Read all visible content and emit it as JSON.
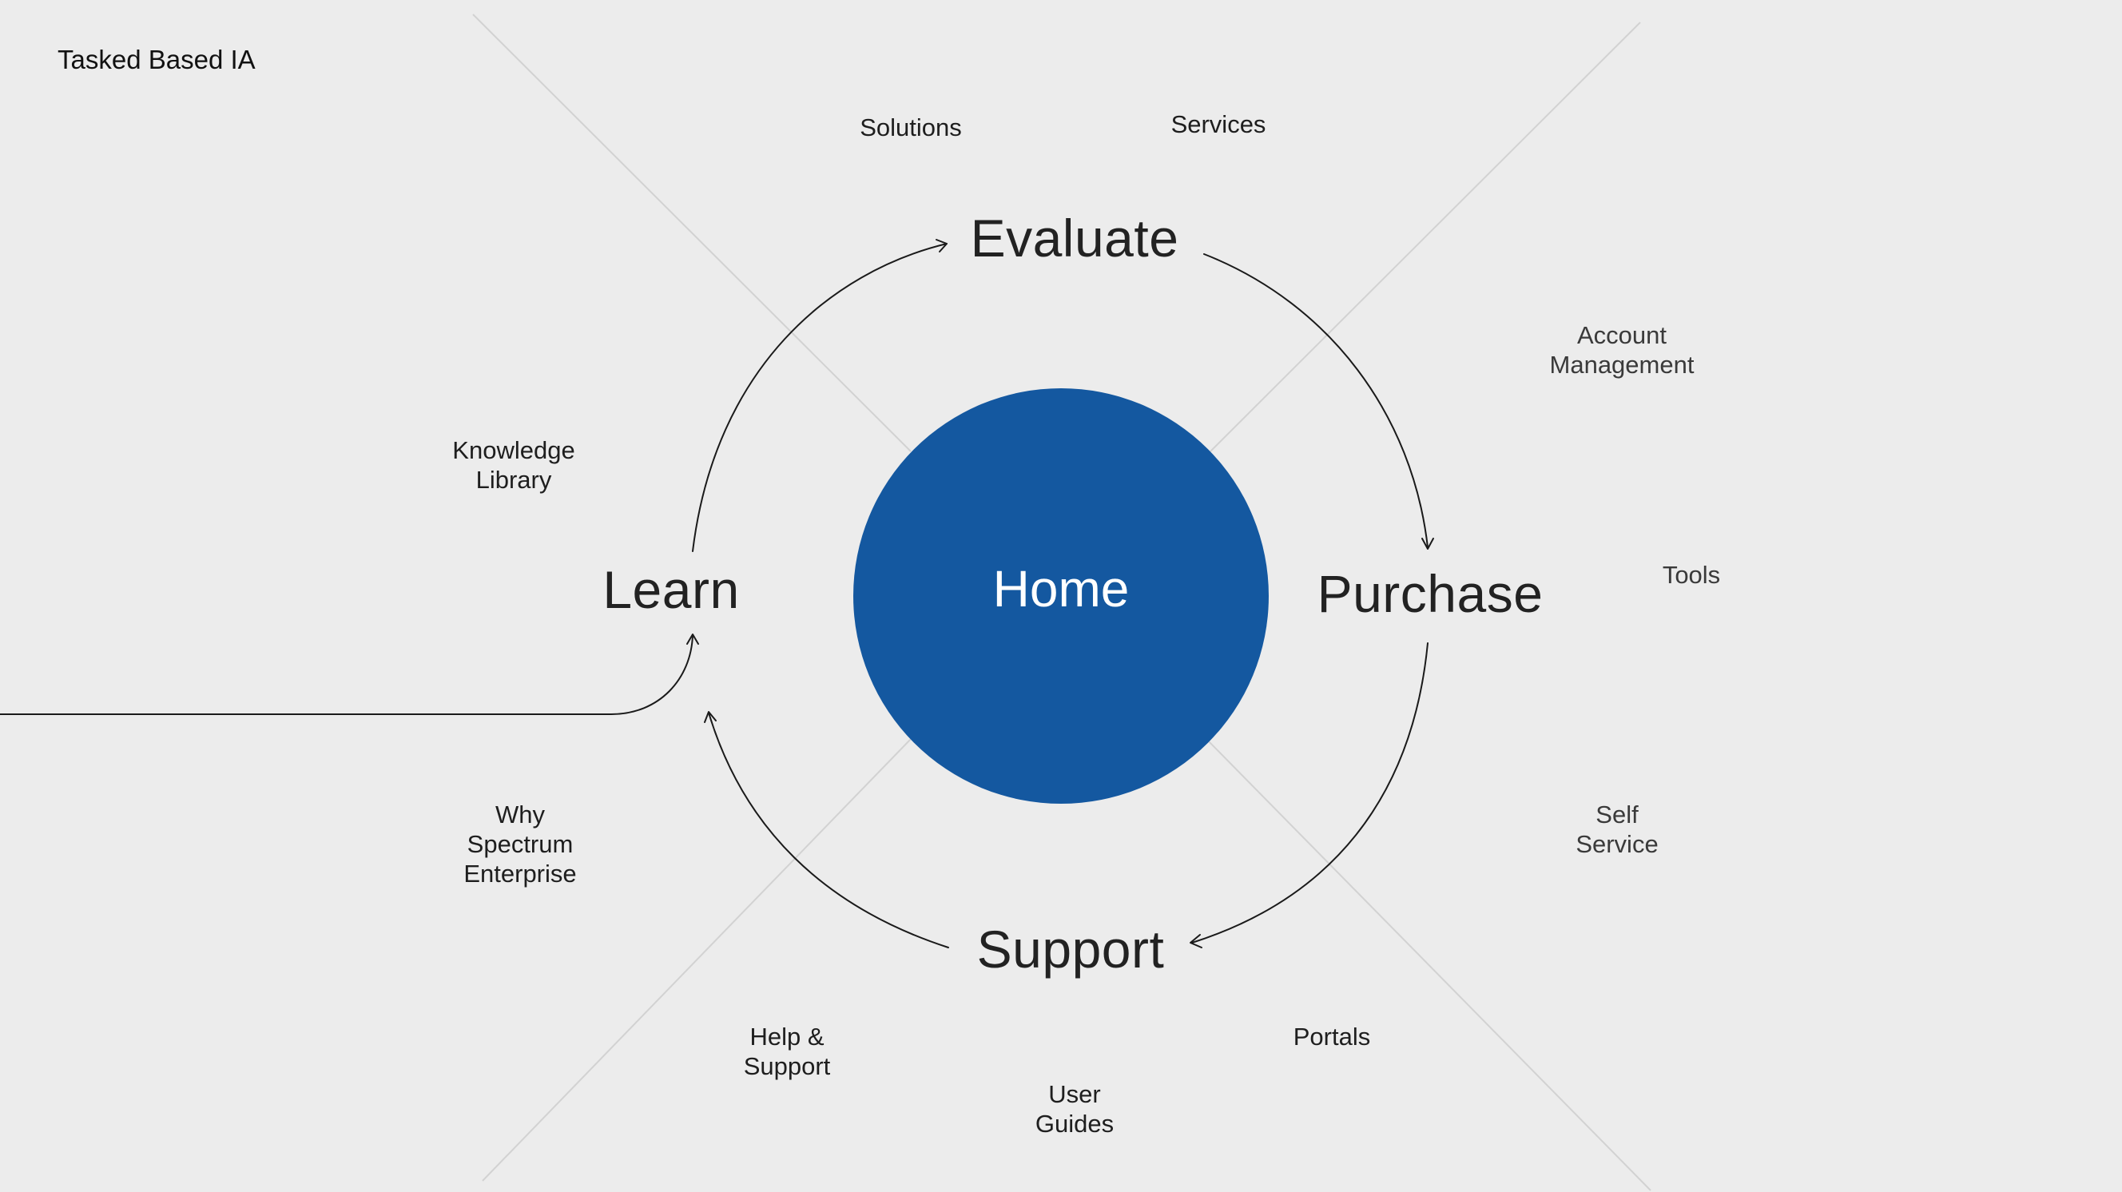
{
  "title": "Tasked Based IA",
  "center": {
    "label": "Home",
    "color": "#1458a0"
  },
  "stages": {
    "evaluate": "Evaluate",
    "purchase": "Purchase",
    "support": "Support",
    "learn": "Learn"
  },
  "topics": {
    "solutions": "Solutions",
    "services": "Services",
    "account_management": "Account\nManagement",
    "tools": "Tools",
    "self_service": "Self\nService",
    "portals": "Portals",
    "user_guides": "User\nGuides",
    "help_support": "Help &\nSupport",
    "why_spectrum": "Why\nSpectrum\nEnterprise",
    "knowledge_library": "Knowledge\nLibrary"
  },
  "colors": {
    "background": "#ececec",
    "divider": "#d2d2d2",
    "arrow": "#1a1a1a"
  }
}
